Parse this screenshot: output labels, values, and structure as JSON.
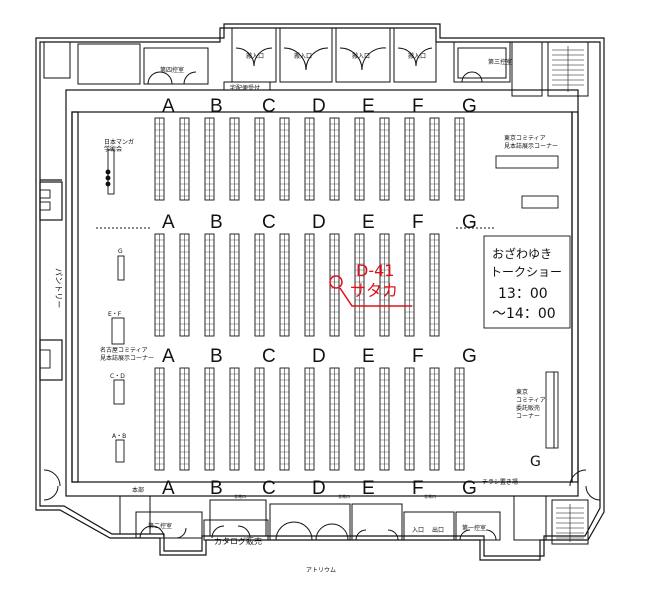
{
  "rows": [
    "A",
    "B",
    "C",
    "D",
    "E",
    "F",
    "G"
  ],
  "entrance": "搬入口",
  "rooms": {
    "top_left": "第四控室",
    "top_right": "第三控室",
    "bottom_left": "第二控室",
    "bottom_right": "第一控室"
  },
  "takuhai": "宅配便受付",
  "pantry": "パントリー",
  "left_labels": {
    "manga": [
      "日本マンガ",
      "学術会"
    ],
    "g": "G",
    "ef": "E・F",
    "cd": "C・D",
    "ab": "A・B",
    "nagoya": [
      "名古屋コミティア",
      "見本誌展示コーナー"
    ]
  },
  "right_labels": {
    "tokyo_top": [
      "東京コミティア",
      "見本誌展示コーナー"
    ],
    "tokyo_mid": [
      "東京",
      "コミティア",
      "委託販売",
      "コーナー"
    ],
    "g": "G",
    "flyer": "チラシ置き場"
  },
  "talk": [
    "おざわゆき",
    "トークショー",
    "13：00",
    "～14：00"
  ],
  "annotation": [
    "D-41",
    "サタカ"
  ],
  "bottom": {
    "catalog": "カタログ販売",
    "entrance": "入口",
    "exit": "出口",
    "honbu": "本部",
    "atrium": "アトリウム",
    "ebiten": "非常口"
  },
  "colors": {
    "ink": "#111111",
    "annotation": "#e0101a"
  }
}
